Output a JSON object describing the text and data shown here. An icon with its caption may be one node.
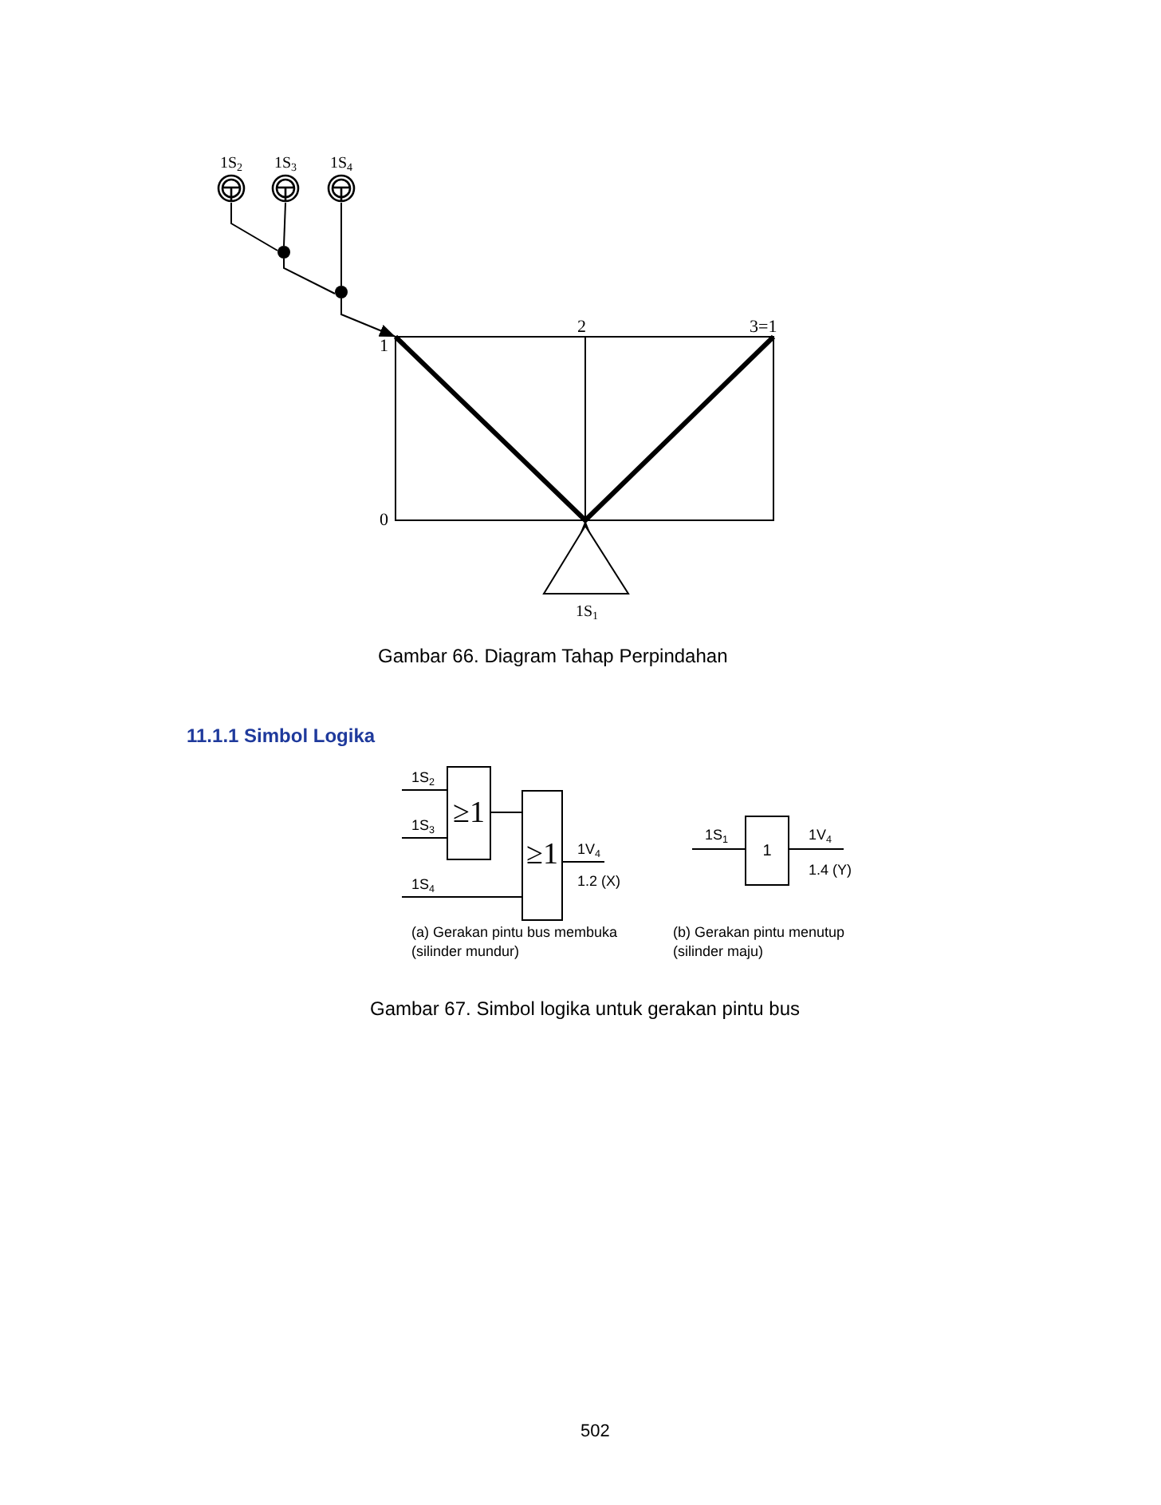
{
  "diagram": {
    "nodes": [
      {
        "text": [
          "1S$_{2}$"
        ]
      },
      {
        "text": [
          "1S$_{3}$"
        ]
      },
      {
        "text": [
          "1S$_{4}$"
        ]
      },
      {
        "text": [],
        "shape": "circle"
      },
      {
        "text": [],
        "shape": "circle"
      },
      {
        "text": [
          "1"
        ]
      },
      {
        "text": [
          "1S$_{1}$"
        ]
      },
      {
        "text": [
          "≥1"
        ]
      },
      {
        "text": [
          "≥1"
        ]
      },
      {
        "text": [
          "1"
        ]
      },
      {
        "text": [],
        "shape": "box"
      }
    ],
    "edges": [
      {
        "from": 0,
        "to": 3,
        "arrow": "none"
      },
      {
        "from": 1,
        "to": 3,
        "arrow": "none"
      },
      {
        "from": 3,
        "to": 4,
        "arrow": "none"
      },
      {
        "from": 2,
        "to": 4,
        "arrow": "none"
      },
      {
        "from": 4,
        "to": 5,
        "arrow": "to"
      },
      {
        "from": 6,
        "to": 10,
        "arrow": "to"
      },
      {
        "from": null,
        "to": 7,
        "arrow": "none",
        "label": "1S$_{2}$"
      },
      {
        "from": null,
        "to": 7,
        "arrow": "none",
        "label": "1S$_{3}$"
      },
      {
        "from": 7,
        "to": 8,
        "arrow": "none"
      },
      {
        "from": null,
        "to": 8,
        "arrow": "none",
        "label": "1S$_{4}$"
      },
      {
        "from": 8,
        "to": null,
        "arrow": "none",
        "label": "1V$_{4}$"
      },
      {
        "from": null,
        "to": 9,
        "arrow": "none",
        "label": "1S$_{1}$"
      },
      {
        "from": 9,
        "to": null,
        "arrow": "none",
        "label": "1V$_{4}$"
      }
    ],
    "labels": [
      "2",
      "3=1",
      "0",
      "Gambar 66. Diagram Tahap Perpindahan",
      "11.1.1 Simbol Logika",
      "1.2 (X)",
      "1.4 (Y)",
      "(a) Gerakan pintu bus membuka (silinder mundur)",
      "(b) Gerakan pintu menutup (silinder maju)",
      "Gambar 67. Simbol logika untuk gerakan pintu bus",
      "502"
    ]
  }
}
